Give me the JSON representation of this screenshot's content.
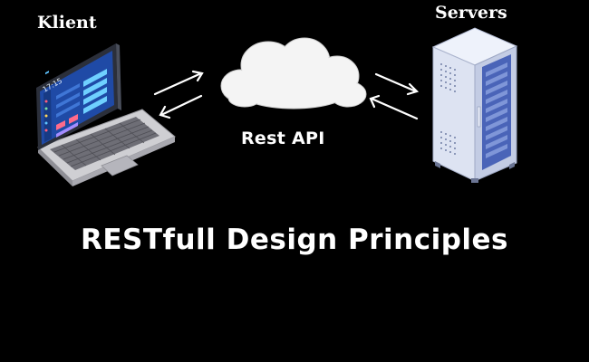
{
  "diagram": {
    "client_label": "Klient",
    "server_label": "Servers",
    "api_label": "Rest API",
    "title": "RESTfull Design Principles",
    "laptop_clock": "17:15"
  },
  "colors": {
    "background": "#000000",
    "text": "#ffffff",
    "cloud": "#f4f4f4",
    "server_body": "#dde3f2",
    "server_panel": "#4a64b8",
    "screen": "#1f4aa6"
  }
}
